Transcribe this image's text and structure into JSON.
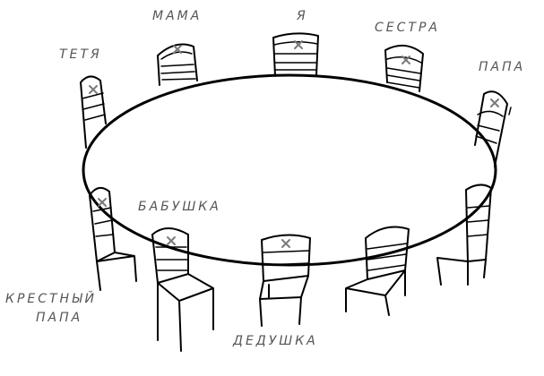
{
  "labels": {
    "mama": "МАМА",
    "ya": "Я",
    "sestra": "СЕСТРА",
    "tetya": "ТЕТЯ",
    "papa": "ПАПА",
    "babushka": "БАБУШКА",
    "krestny_line1": "КРЕСТНЫЙ",
    "krestny_line2": "ПАПА",
    "dedushka": "ДЕДУШКА"
  },
  "colors": {
    "ink": "#000000",
    "label": "#555555",
    "mark": "#7a7a7a"
  },
  "marked_chairs": [
    "mama",
    "ya",
    "sestra",
    "tetya",
    "papa",
    "krestny",
    "babushka",
    "dedushka"
  ]
}
